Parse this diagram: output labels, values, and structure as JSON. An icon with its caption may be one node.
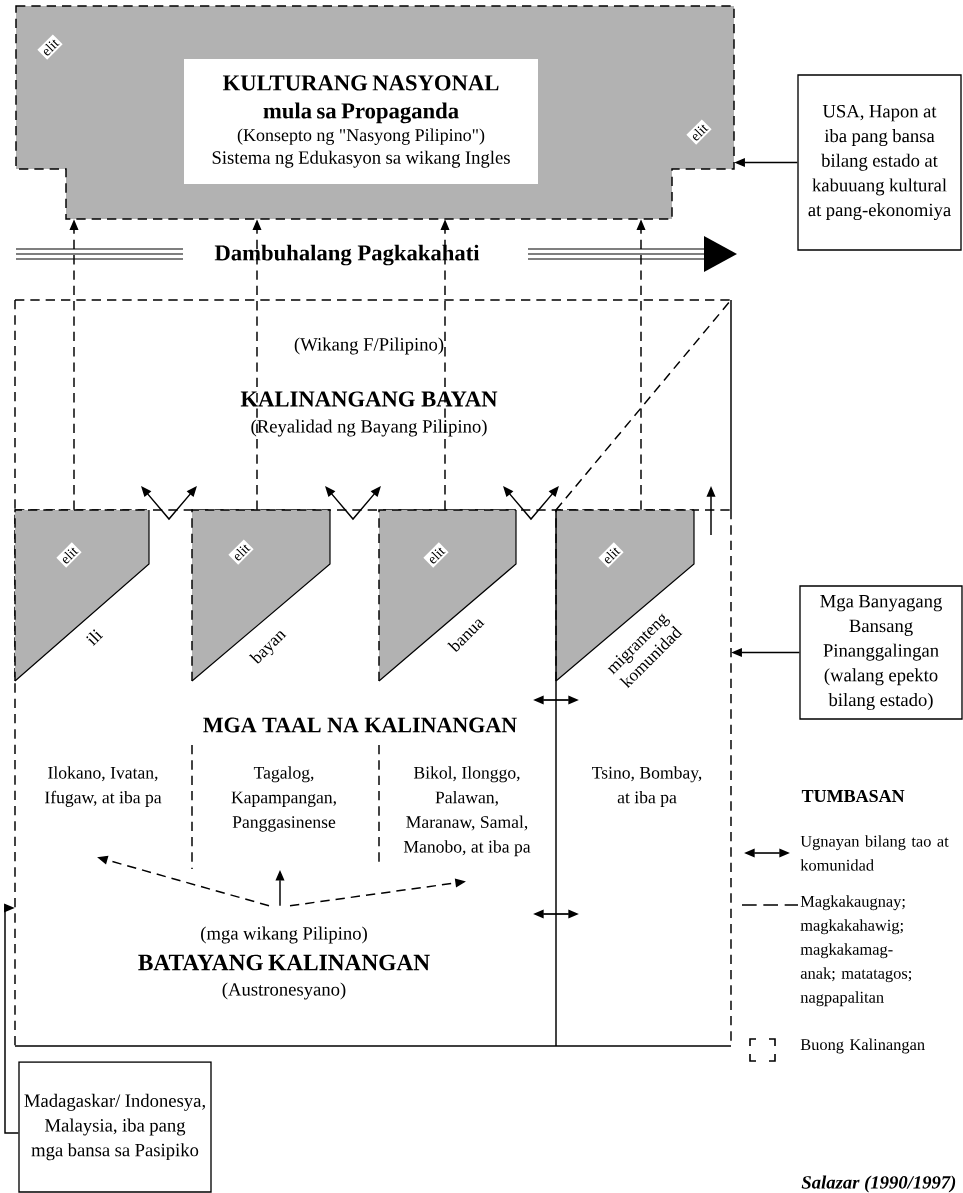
{
  "diagram": {
    "nodes": [
      {
        "text": [],
        "shape": "box"
      },
      {
        "text": [
          "KULTURANG NASYONAL",
          "mula sa Propaganda",
          "(Konsepto ng \"Nasyong Pilipino\")",
          "Sistema ng Edukasyon sa wikang Ingles"
        ],
        "in": 0
      },
      {
        "text": [
          "elit"
        ],
        "in": 0
      },
      {
        "text": [
          "elit"
        ],
        "in": 0
      },
      {
        "text": [
          "USA, Hapon at iba pang bansa bilang estado at kabuuang kultural at pang-ekonomiya"
        ]
      },
      {
        "text": [
          "(Wikang F/Pilipino)",
          "KALINANGANG BAYAN",
          "(Reyalidad ng Bayang Pilipino)",
          "MGA TAAL NA KALINANGAN"
        ]
      },
      {
        "text": [
          "elit",
          "ili"
        ],
        "in": 5
      },
      {
        "text": [
          "elit",
          "bayan"
        ],
        "in": 5
      },
      {
        "text": [
          "elit",
          "banua"
        ],
        "in": 5
      },
      {
        "text": [
          "elit",
          "migranteng komunidad"
        ],
        "in": 5
      },
      {
        "text": [
          "Mga Banyagang Bansang Pinanggalingan (walang epekto bilang estado)"
        ]
      },
      {
        "text": [
          "Ilokano, Ivatan, Ifugaw, at iba pa"
        ],
        "in": 5
      },
      {
        "text": [
          "Tagalog, Kapampangan, Panggasinense"
        ],
        "in": 5
      },
      {
        "text": [
          "Bikol, Ilonggo, Palawan, Maranaw, Samal, Manobo, at iba pa"
        ],
        "in": 5
      },
      {
        "text": [
          "Tsino, Bombay, at iba pa"
        ],
        "in": 5
      },
      {
        "text": [
          "(mga wikang Pilipino)",
          "BATAYANG KALINANGAN",
          "(Austronesyano)"
        ],
        "in": 5
      },
      {
        "text": [
          "Madagaskar/ Indonesya, Malaysia, iba pang mga bansa sa Pasipiko"
        ]
      }
    ],
    "edges": [
      {
        "from": 4,
        "to": 0,
        "arrow": "to"
      },
      {
        "from": 6,
        "to": 0,
        "arrow": "to",
        "style": "dashed"
      },
      {
        "from": 7,
        "to": 0,
        "arrow": "to",
        "style": "dashed"
      },
      {
        "from": 8,
        "to": 0,
        "arrow": "to",
        "style": "dashed"
      },
      {
        "from": 9,
        "to": 0,
        "arrow": "to",
        "style": "dashed"
      },
      {
        "from": 10,
        "to": 5,
        "arrow": "to"
      },
      {
        "from": 16,
        "to": 5,
        "arrow": "to"
      },
      {
        "from": 15,
        "to": 11,
        "arrow": "to",
        "style": "dashed"
      },
      {
        "from": 15,
        "to": 12,
        "arrow": "to"
      },
      {
        "from": 15,
        "to": 13,
        "arrow": "to",
        "style": "dashed"
      }
    ],
    "labels": [
      "Dambuhalang Pagkakahati",
      "TUMBASAN",
      "Salazar (1990/1997)"
    ],
    "legend": [
      {
        "text": "Ugnayan bilang tao at komunidad"
      },
      {
        "text": "Magkakaugnay; magkakahawig; magkakamag-anak; matatagos; nagpapalitan"
      },
      {
        "text": "Buong Kalinangan"
      }
    ]
  }
}
